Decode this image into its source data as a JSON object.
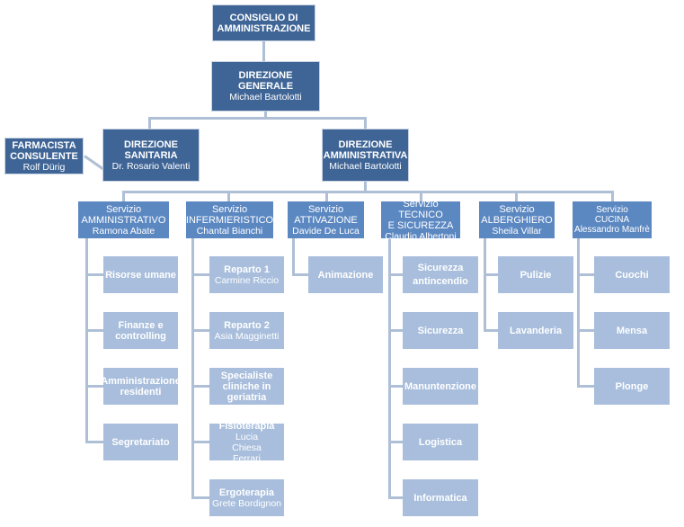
{
  "board": {
    "line1": "CONSIGLIO DI",
    "line2": "AMMINISTRAZIONE"
  },
  "general": {
    "title": "DIREZIONE GENERALE",
    "name": "Michael Bartolotti"
  },
  "pharmacist": {
    "line1": "FARMACISTA",
    "line2": "CONSULENTE",
    "name": "Rolf Dürig"
  },
  "sanitaria": {
    "line1": "DIREZIONE",
    "line2": "SANITARIA",
    "name": "Dr. Rosario Valenti"
  },
  "amministrativa": {
    "line1": "DIREZIONE",
    "line2": "AMMINISTRATIVA",
    "name": "Michael Bartolotti"
  },
  "services": {
    "s1": {
      "line1": "Servizio",
      "line2": "AMMINISTRATIVO",
      "name": "Ramona Abate",
      "units": [
        "Risorse umane",
        "Finanze e controlling",
        "Amministrazione residenti",
        "Segretariato"
      ]
    },
    "s2": {
      "line1": "Servizio",
      "line2": "INFERMIERISTICO",
      "name": "Chantal Bianchi",
      "units": [
        {
          "title": "Reparto 1",
          "name": "Carmine Riccio"
        },
        {
          "title": "Reparto 2",
          "name": "Asia Magginetti"
        },
        {
          "title": "Specialiste cliniche in geriatria",
          "name": ""
        },
        {
          "title": "Fisioterapia",
          "name": "Lucia Chiesa Ferrari"
        },
        {
          "title": "Ergoterapia",
          "name": "Grete Bordignon"
        }
      ]
    },
    "s3": {
      "line1": "Servizio",
      "line2": "ATTIVAZIONE",
      "name": "Davide De Luca",
      "units": [
        "Animazione"
      ]
    },
    "s4": {
      "line1": "Servizio TECNICO",
      "line2": "E SICUREZZA",
      "name": "Claudio Albertoni",
      "units": [
        "Sicurezza antincendio",
        "Sicurezza",
        "Manuntenzione",
        "Logistica",
        "Informatica"
      ]
    },
    "s5": {
      "line1": "Servizio",
      "line2": "ALBERGHIERO",
      "name": "Sheila Villar",
      "units": [
        "Pulizie",
        "Lavanderia"
      ]
    },
    "s6": {
      "line1": "Servizio",
      "line2": "CUCINA",
      "name": "Alessandro Manfrè",
      "units": [
        "Cuochi",
        "Mensa",
        "Plonge"
      ]
    }
  }
}
